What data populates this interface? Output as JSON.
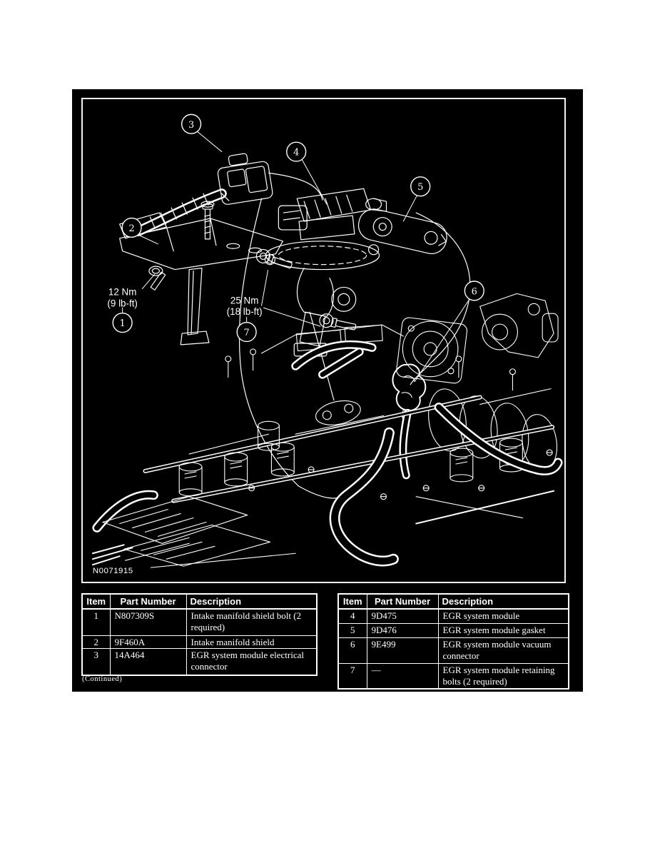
{
  "page": {
    "background": "#ffffff"
  },
  "figure": {
    "background": "#000000",
    "line_color": "#ffffff",
    "image_code": "N0071915",
    "callouts": [
      {
        "n": "1"
      },
      {
        "n": "2"
      },
      {
        "n": "3"
      },
      {
        "n": "4"
      },
      {
        "n": "5"
      },
      {
        "n": "6"
      },
      {
        "n": "7"
      }
    ],
    "torque_labels": [
      {
        "line1": "12 Nm",
        "line2": "(9 lb-ft)"
      },
      {
        "line1": "25 Nm",
        "line2": "(18 lb-ft)"
      }
    ]
  },
  "tables": {
    "left": {
      "headers": [
        "Item",
        "Part Number",
        "Description"
      ],
      "rows": [
        {
          "item": "1",
          "part_number": "N807309S",
          "description": "Intake manifold shield bolt (2 required)"
        },
        {
          "item": "2",
          "part_number": "9F460A",
          "description": "Intake manifold shield"
        },
        {
          "item": "3",
          "part_number": "14A464",
          "description": "EGR system module electrical connector"
        }
      ],
      "footnote": "(Continued)"
    },
    "right": {
      "headers": [
        "Item",
        "Part Number",
        "Description"
      ],
      "rows": [
        {
          "item": "4",
          "part_number": "9D475",
          "description": "EGR system module"
        },
        {
          "item": "5",
          "part_number": "9D476",
          "description": "EGR system module gasket"
        },
        {
          "item": "6",
          "part_number": "9E499",
          "description": "EGR system module vacuum connector"
        },
        {
          "item": "7",
          "part_number": "—",
          "description": "EGR system module retaining bolts (2 required)"
        }
      ]
    }
  }
}
